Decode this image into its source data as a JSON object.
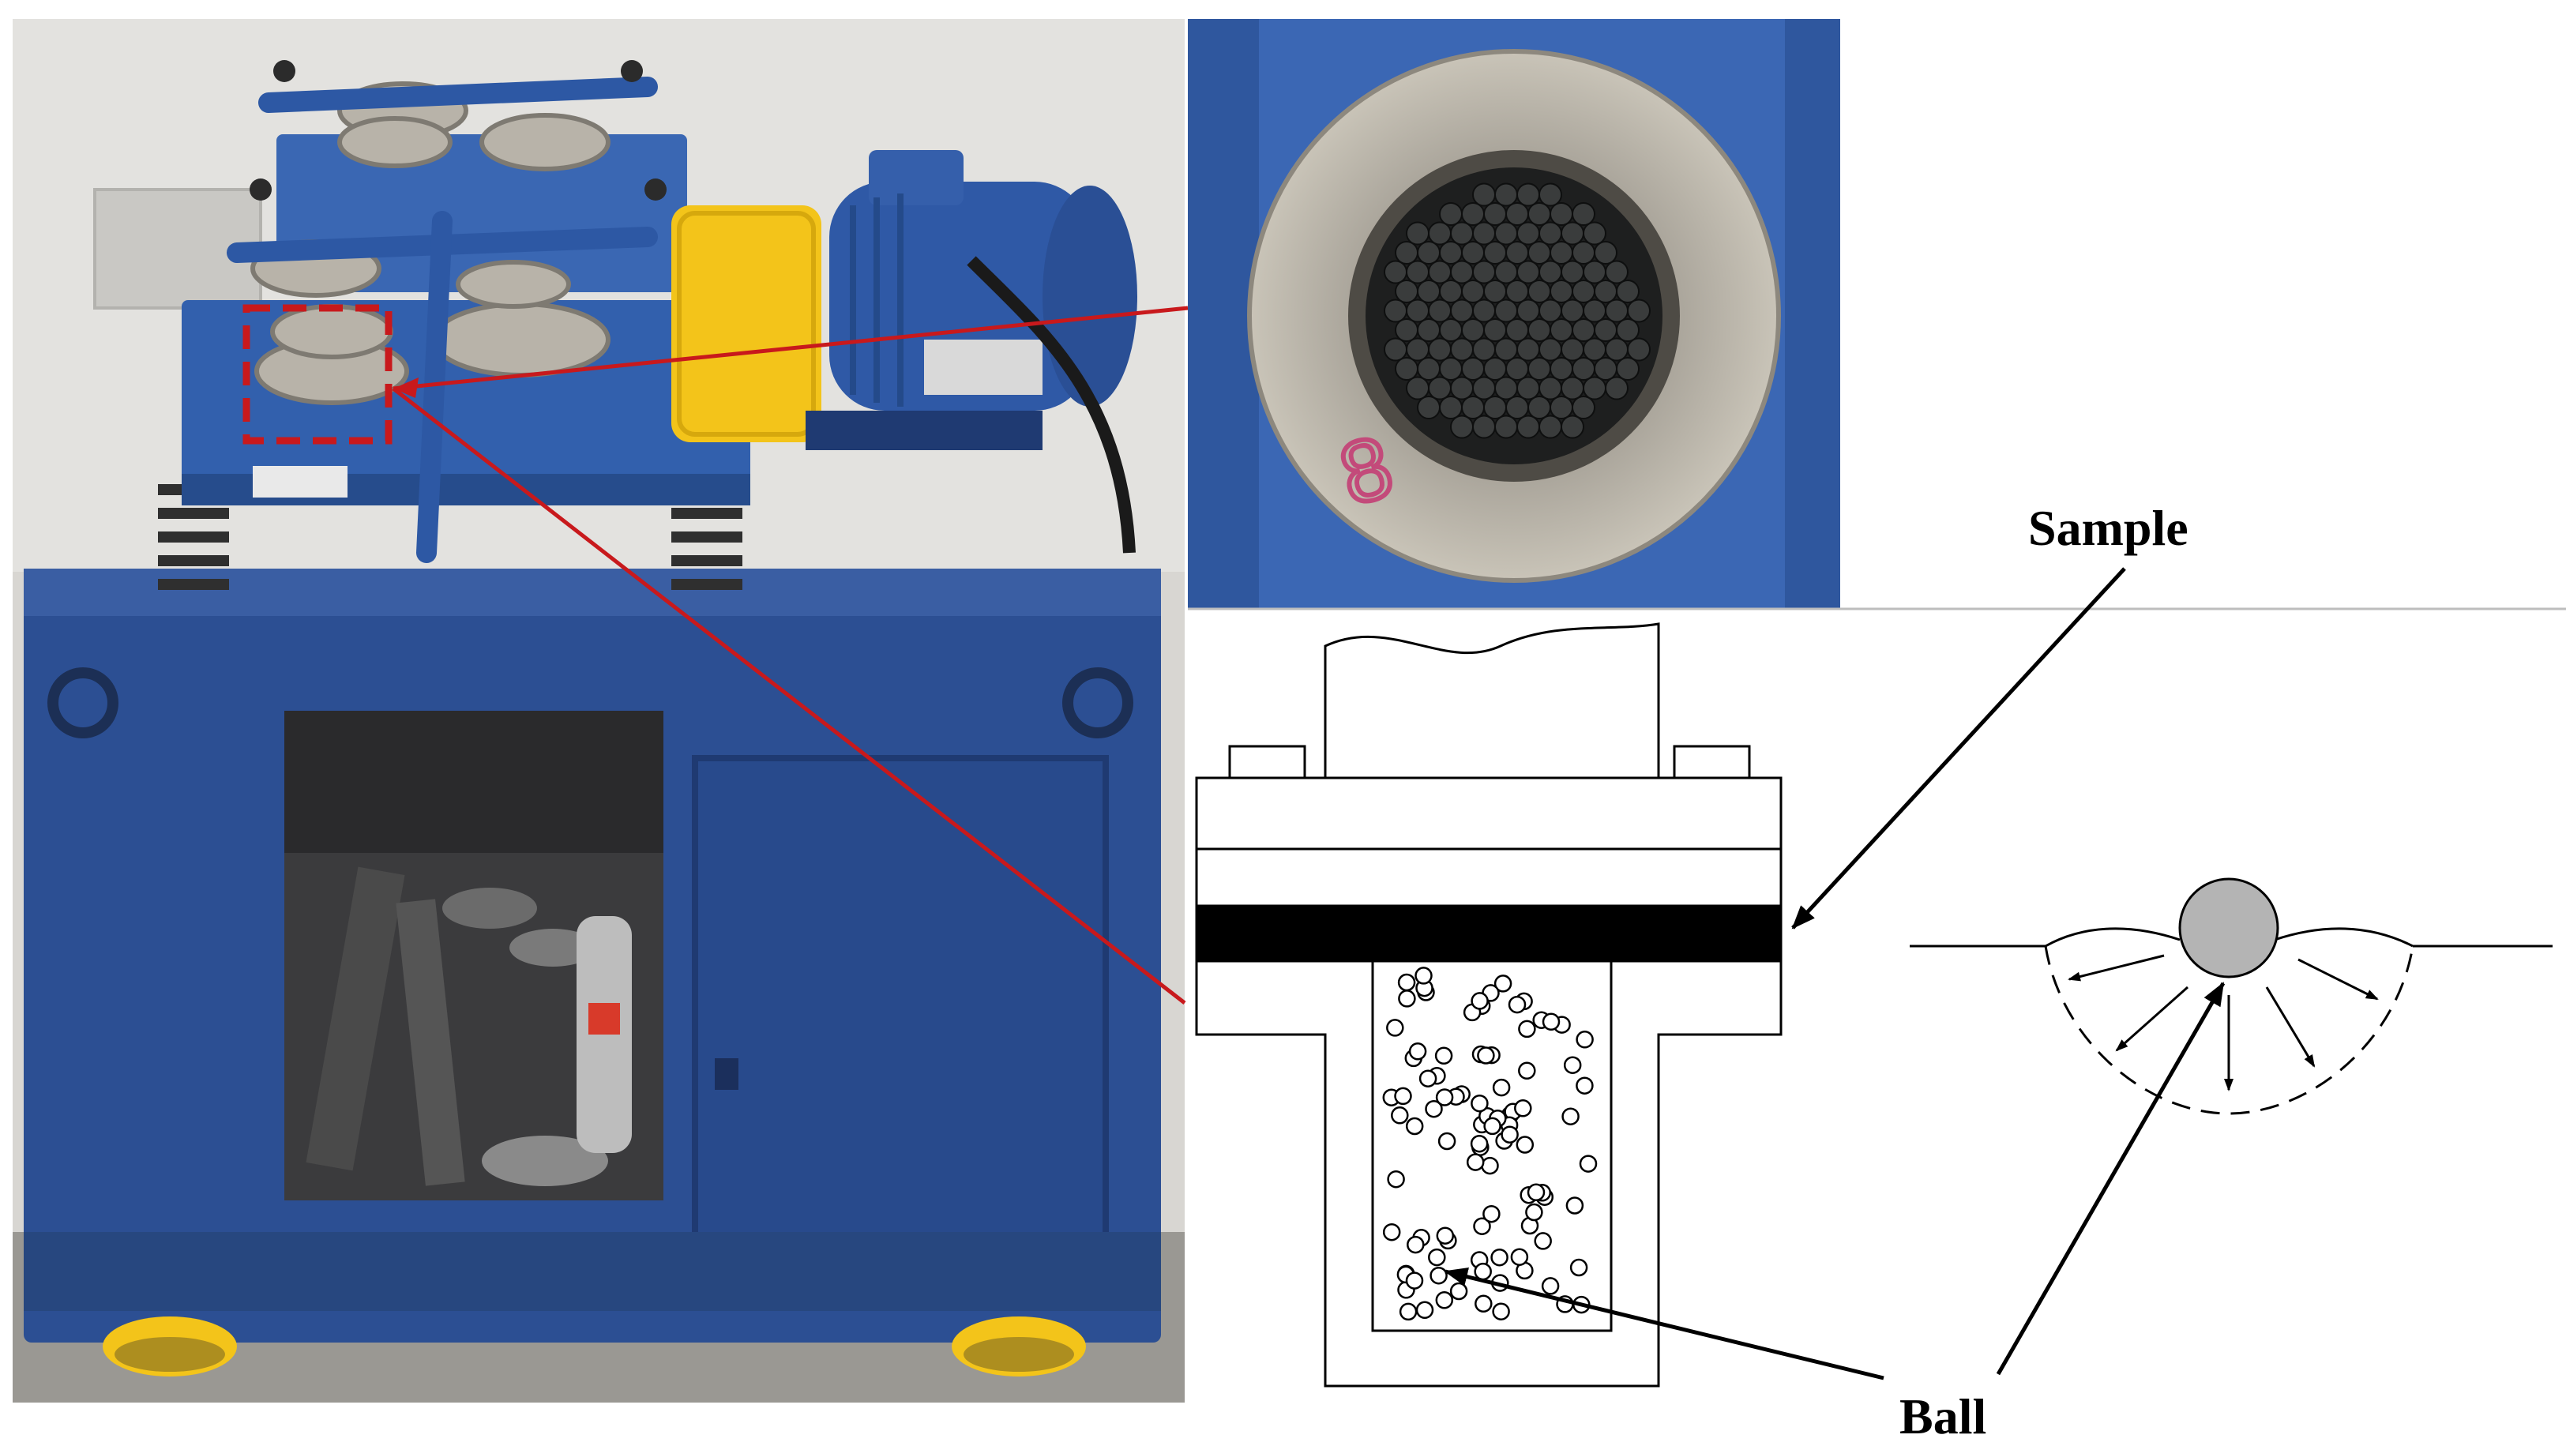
{
  "labels": {
    "sample": "Sample",
    "ball": "Ball",
    "tag": "8"
  },
  "colors": {
    "machine_blue": "#2c4f93",
    "machine_blue_dark": "#1f3a72",
    "accent_yellow": "#f3c41a",
    "callout_red": "#c8191c",
    "sample_band": "#000000",
    "ball_fill": "#b4b4b4"
  }
}
